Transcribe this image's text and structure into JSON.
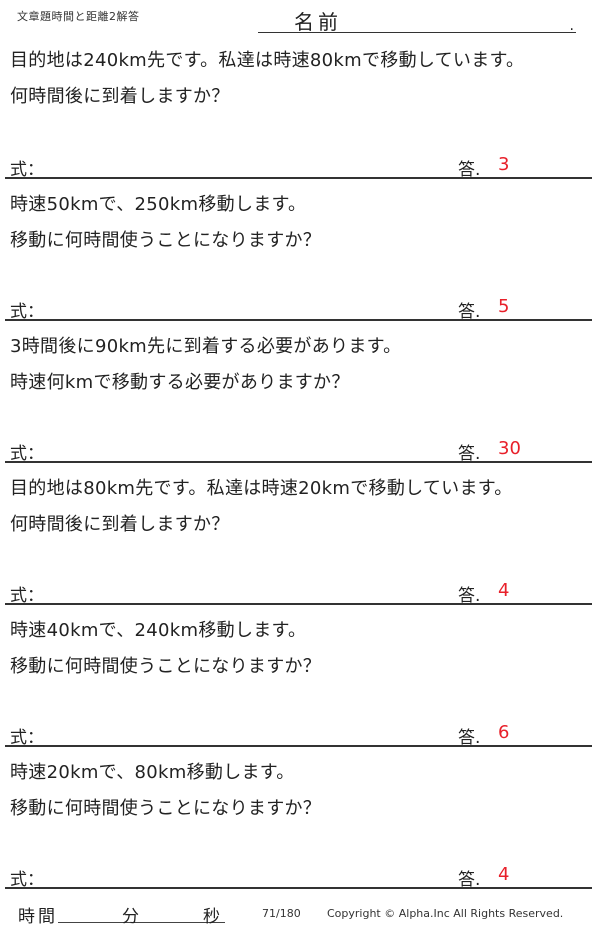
{
  "header": {
    "title": "文章題時間と距離2解答",
    "name_label": "名前",
    "name_dot": "."
  },
  "labels": {
    "formula": "式：",
    "answer": "答."
  },
  "problems": [
    {
      "lines": [
        "目的地は240km先です。私達は時速80kmで移動しています。",
        "何時間後に到着しますか？"
      ],
      "answer": "3"
    },
    {
      "lines": [
        "時速50kmで、250km移動します。",
        "移動に何時間使うことになりますか？"
      ],
      "answer": "5"
    },
    {
      "lines": [
        "3時間後に90km先に到着する必要があります。",
        "時速何kmで移動する必要がありますか？"
      ],
      "answer": "30"
    },
    {
      "lines": [
        "目的地は80km先です。私達は時速20kmで移動しています。",
        "何時間後に到着しますか？"
      ],
      "answer": "4"
    },
    {
      "lines": [
        "時速40kmで、240km移動します。",
        "移動に何時間使うことになりますか？"
      ],
      "answer": "6"
    },
    {
      "lines": [
        "時速20kmで、80km移動します。",
        "移動に何時間使うことになりますか？"
      ],
      "answer": "4"
    }
  ],
  "footer": {
    "time_label": "時間",
    "minutes_label": "分",
    "seconds_label": "秒",
    "page": "71/180",
    "copyright": "Copyright ©  Alpha.Inc All Rights Reserved."
  },
  "colors": {
    "answer": "#e8202a",
    "text": "#222222",
    "rule": "#333333"
  }
}
